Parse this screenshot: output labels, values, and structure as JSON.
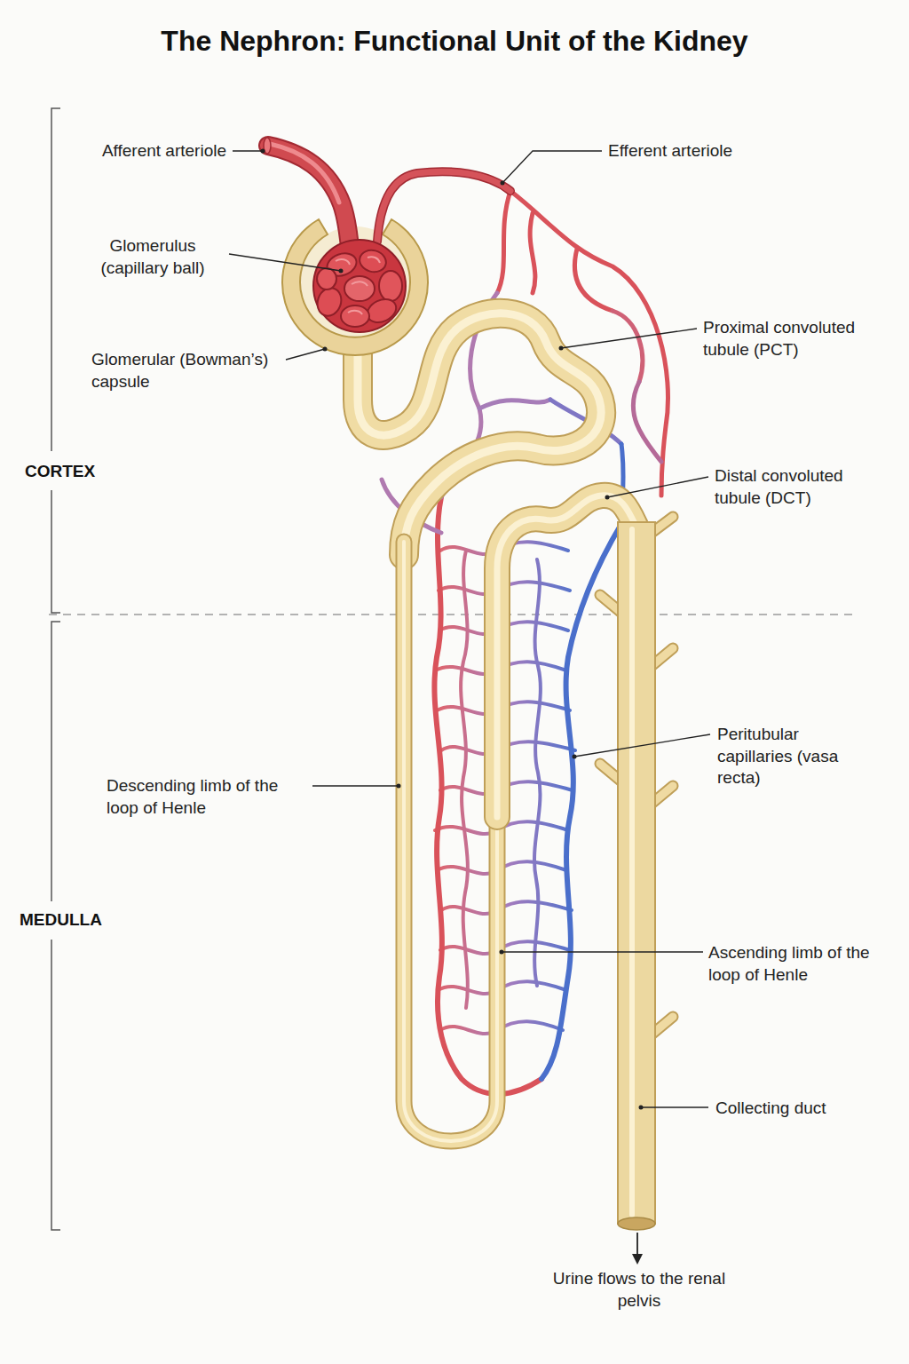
{
  "diagram": {
    "title": "The Nephron: Functional Unit of the Kidney",
    "labels": [
      "Afferent arteriole",
      "Efferent arteriole",
      "Glomerulus (capillary ball)",
      "Glomerular (Bowman’s) capsule",
      "Proximal convoluted tubule (PCT)",
      "Distal convoluted tubule (DCT)",
      "CORTEX",
      "MEDULLA",
      "Descending limb of the loop of Henle",
      "Peritubular capillaries (vasa recta)",
      "Ascending limb of the loop of Henle",
      "Collecting duct",
      "Urine flows to the renal pelvis"
    ]
  }
}
